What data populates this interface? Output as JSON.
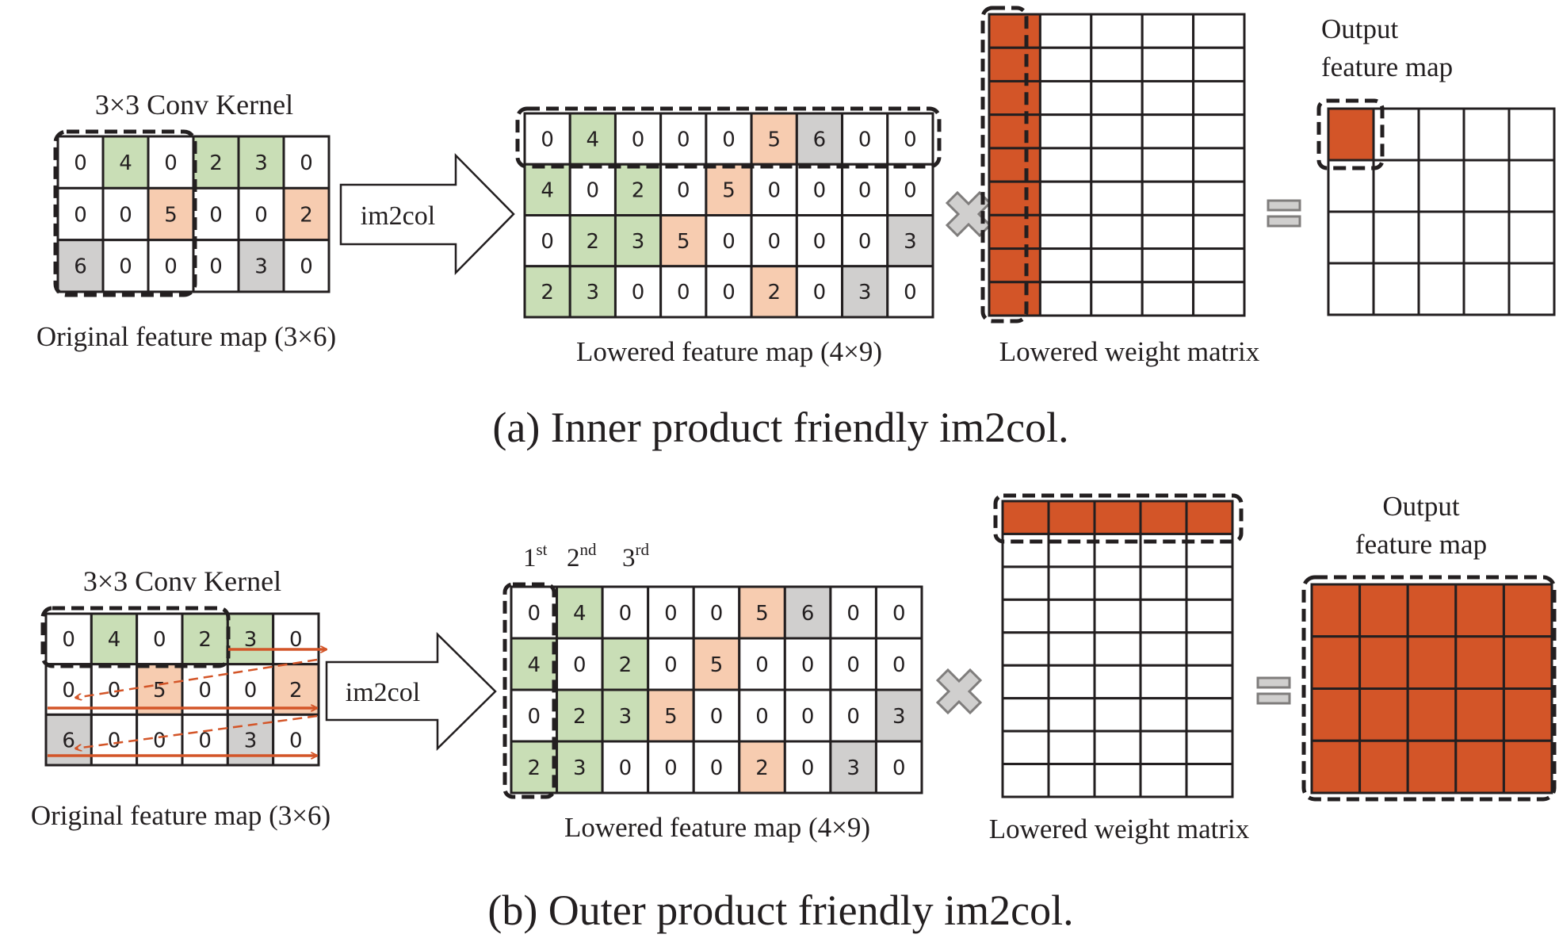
{
  "colors": {
    "white": "#ffffff",
    "green": "#c9deb6",
    "peach": "#f7ccb0",
    "gray": "#d0cfce",
    "orange": "#d35528",
    "line": "#231f20",
    "symbol_fill": "#d0cfce",
    "symbol_stroke": "#7f7d7c"
  },
  "panel_a": {
    "kernel_label": "3×3 Conv Kernel",
    "original_caption": "Original feature map (3×6)",
    "original_map": {
      "values": [
        [
          "0",
          "4",
          "0",
          "2",
          "3",
          "0"
        ],
        [
          "0",
          "0",
          "5",
          "0",
          "0",
          "2"
        ],
        [
          "6",
          "0",
          "0",
          "0",
          "3",
          "0"
        ]
      ],
      "fills": [
        [
          "white",
          "green",
          "white",
          "green",
          "green",
          "white"
        ],
        [
          "white",
          "white",
          "peach",
          "white",
          "white",
          "peach"
        ],
        [
          "gray",
          "white",
          "white",
          "white",
          "gray",
          "white"
        ]
      ]
    },
    "arrow_label": "im2col",
    "lowered_caption": "Lowered feature map (4×9)",
    "lowered_map": {
      "values": [
        [
          "0",
          "4",
          "0",
          "0",
          "0",
          "5",
          "6",
          "0",
          "0"
        ],
        [
          "4",
          "0",
          "2",
          "0",
          "5",
          "0",
          "0",
          "0",
          "0"
        ],
        [
          "0",
          "2",
          "3",
          "5",
          "0",
          "0",
          "0",
          "0",
          "3"
        ],
        [
          "2",
          "3",
          "0",
          "0",
          "0",
          "2",
          "0",
          "3",
          "0"
        ]
      ],
      "fills": [
        [
          "white",
          "green",
          "white",
          "white",
          "white",
          "peach",
          "gray",
          "white",
          "white"
        ],
        [
          "green",
          "white",
          "green",
          "white",
          "peach",
          "white",
          "white",
          "white",
          "white"
        ],
        [
          "white",
          "green",
          "green",
          "peach",
          "white",
          "white",
          "white",
          "white",
          "gray"
        ],
        [
          "green",
          "green",
          "white",
          "white",
          "white",
          "peach",
          "white",
          "gray",
          "white"
        ]
      ]
    },
    "multiply_symbol": "multiply-icon",
    "weight_caption": "Lowered weight matrix",
    "weight_matrix": {
      "rows": 9,
      "cols": 5,
      "highlight": "first-column"
    },
    "equals_symbol": "equals-icon",
    "output_label_line1": "Output",
    "output_label_line2": "feature map",
    "output_map": {
      "rows": 4,
      "cols": 5,
      "highlight": "first-cell"
    },
    "caption": "(a) Inner product friendly im2col."
  },
  "panel_b": {
    "kernel_label": "3×3 Conv Kernel",
    "original_caption": "Original feature map (3×6)",
    "original_map": {
      "values": [
        [
          "0",
          "4",
          "0",
          "2",
          "3",
          "0"
        ],
        [
          "0",
          "0",
          "5",
          "0",
          "0",
          "2"
        ],
        [
          "6",
          "0",
          "0",
          "0",
          "3",
          "0"
        ]
      ],
      "fills": [
        [
          "white",
          "green",
          "white",
          "green",
          "green",
          "white"
        ],
        [
          "white",
          "white",
          "peach",
          "white",
          "white",
          "peach"
        ],
        [
          "gray",
          "white",
          "white",
          "white",
          "gray",
          "white"
        ]
      ]
    },
    "arrow_label": "im2col",
    "column_order": [
      {
        "num": "1",
        "sup": "st"
      },
      {
        "num": "2",
        "sup": "nd"
      },
      {
        "num": "3",
        "sup": "rd"
      }
    ],
    "lowered_caption": "Lowered feature map (4×9)",
    "lowered_map": {
      "values": [
        [
          "0",
          "4",
          "0",
          "0",
          "0",
          "5",
          "6",
          "0",
          "0"
        ],
        [
          "4",
          "0",
          "2",
          "0",
          "5",
          "0",
          "0",
          "0",
          "0"
        ],
        [
          "0",
          "2",
          "3",
          "5",
          "0",
          "0",
          "0",
          "0",
          "3"
        ],
        [
          "2",
          "3",
          "0",
          "0",
          "0",
          "2",
          "0",
          "3",
          "0"
        ]
      ],
      "fills": [
        [
          "white",
          "green",
          "white",
          "white",
          "white",
          "peach",
          "gray",
          "white",
          "white"
        ],
        [
          "green",
          "white",
          "green",
          "white",
          "peach",
          "white",
          "white",
          "white",
          "white"
        ],
        [
          "white",
          "green",
          "green",
          "peach",
          "white",
          "white",
          "white",
          "white",
          "gray"
        ],
        [
          "green",
          "green",
          "white",
          "white",
          "white",
          "peach",
          "white",
          "gray",
          "white"
        ]
      ]
    },
    "multiply_symbol": "multiply-icon",
    "weight_caption": "Lowered weight matrix",
    "weight_matrix": {
      "rows": 9,
      "cols": 5,
      "highlight": "first-row"
    },
    "equals_symbol": "equals-icon",
    "output_label_line1": "Output",
    "output_label_line2": "feature map",
    "output_map": {
      "rows": 4,
      "cols": 5,
      "highlight": "all"
    },
    "caption": "(b) Outer product friendly im2col."
  }
}
